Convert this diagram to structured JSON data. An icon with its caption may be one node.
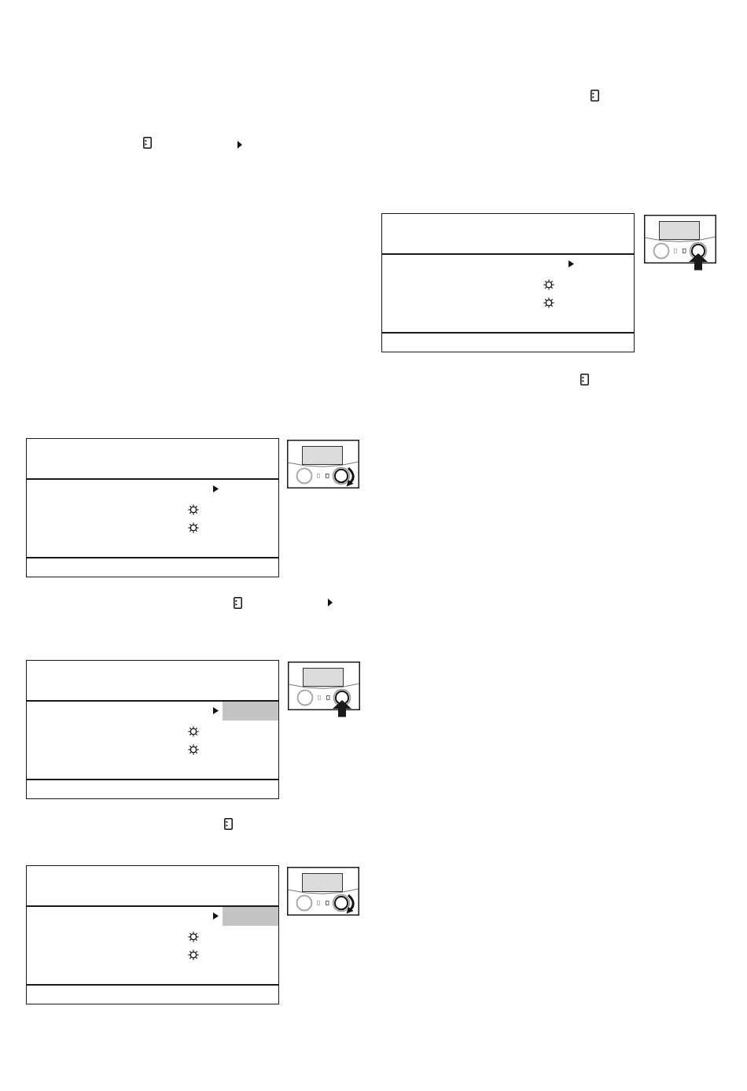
{
  "diagram": {
    "nodes": [
      {
        "text": [],
        "shape": "box"
      },
      {
        "text": [],
        "shape": "picture"
      },
      {
        "text": [],
        "shape": "box"
      },
      {
        "text": [],
        "shape": "picture"
      },
      {
        "text": [],
        "shape": "box"
      },
      {
        "text": [],
        "shape": "picture"
      },
      {
        "text": [],
        "shape": "box"
      },
      {
        "text": [],
        "shape": "picture"
      }
    ]
  }
}
